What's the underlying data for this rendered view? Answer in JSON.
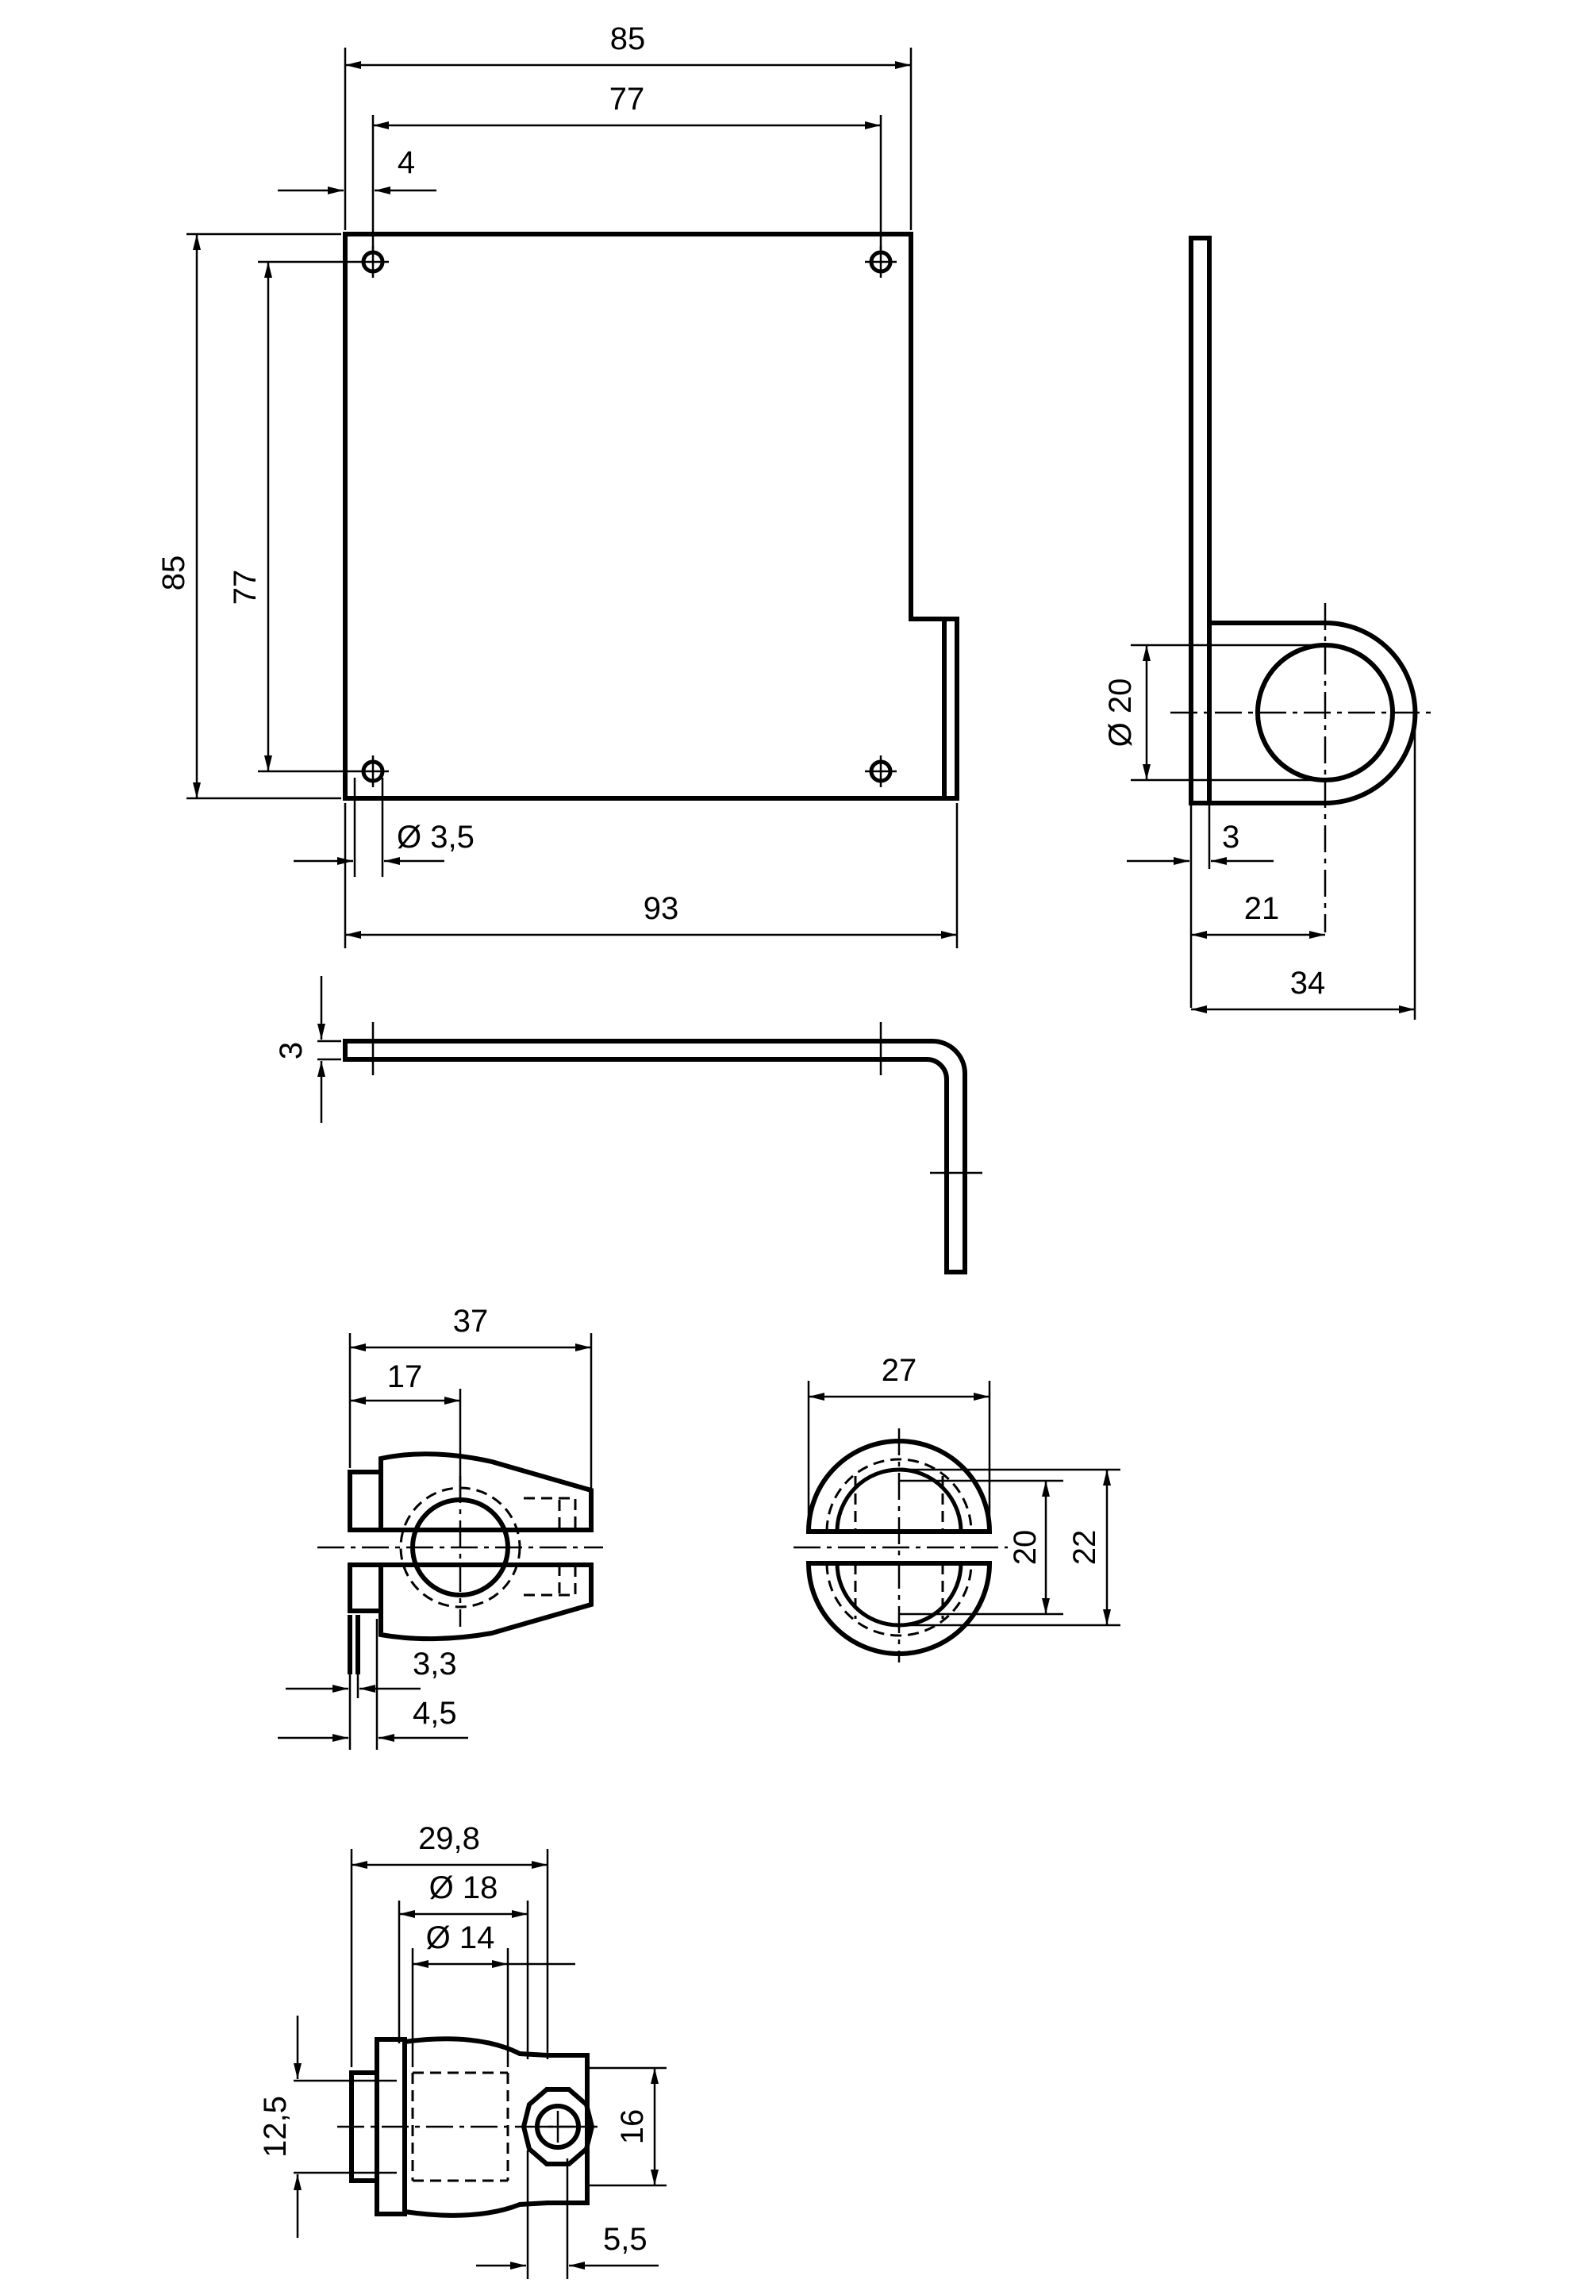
{
  "dims": {
    "plate_width": "85",
    "hole_spacing_h": "77",
    "hole_offset": "4",
    "plate_height": "85",
    "hole_spacing_v": "77",
    "hole_dia": "Ø 3,5",
    "total_length": "93",
    "thickness_bottom": "3",
    "ring_dia": "Ø 20",
    "thickness_side": "3",
    "ring_center": "21",
    "ring_outer": "34",
    "clamp_length": "37",
    "clamp_center": "17",
    "clamp_flange_3_3": "3,3",
    "clamp_flange_4_5": "4,5",
    "clamp_width": "27",
    "clamp_bore_20": "20",
    "clamp_outer_22": "22",
    "nut_length": "29,8",
    "nut_dia_18": "Ø 18",
    "nut_dia_14": "Ø 14",
    "nut_height_12_5": "12,5",
    "nut_height_16": "16",
    "nut_screw_5_5": "5,5"
  }
}
